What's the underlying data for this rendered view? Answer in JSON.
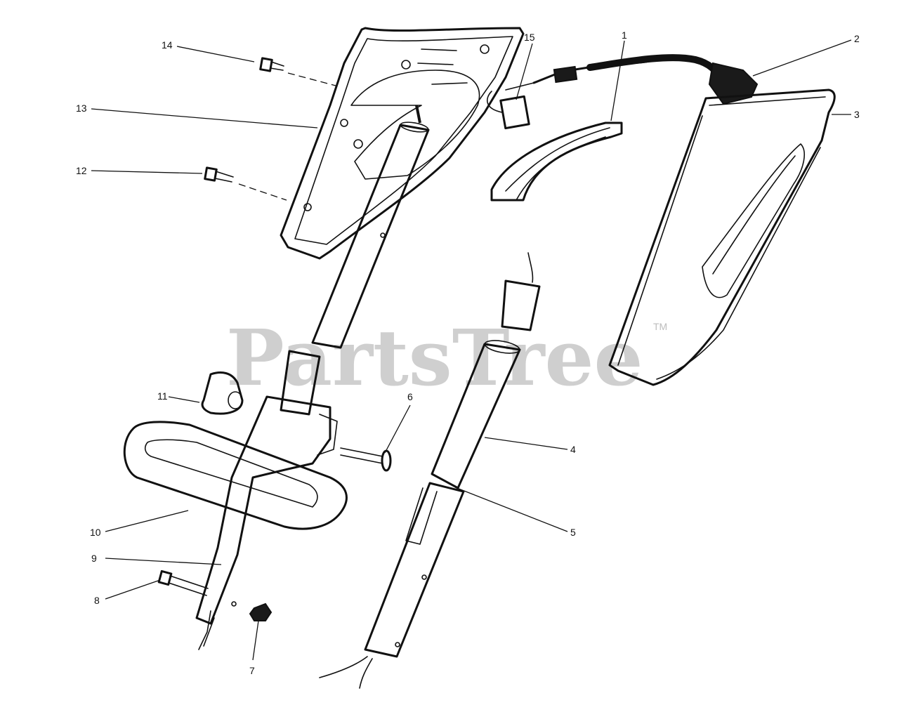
{
  "watermark": {
    "text": "PartsTree",
    "trademark": "TM"
  },
  "callouts": [
    {
      "id": "1",
      "label": "1"
    },
    {
      "id": "2",
      "label": "2"
    },
    {
      "id": "3",
      "label": "3"
    },
    {
      "id": "4",
      "label": "4"
    },
    {
      "id": "5",
      "label": "5"
    },
    {
      "id": "6",
      "label": "6"
    },
    {
      "id": "7",
      "label": "7"
    },
    {
      "id": "8",
      "label": "8"
    },
    {
      "id": "9",
      "label": "9"
    },
    {
      "id": "10",
      "label": "10"
    },
    {
      "id": "11",
      "label": "11"
    },
    {
      "id": "12",
      "label": "12"
    },
    {
      "id": "13",
      "label": "13"
    },
    {
      "id": "14",
      "label": "14"
    },
    {
      "id": "15",
      "label": "15"
    }
  ]
}
